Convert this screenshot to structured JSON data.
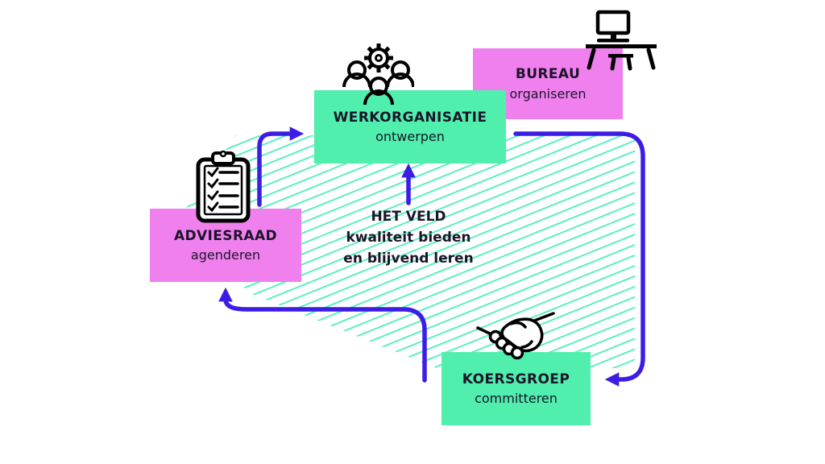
{
  "diagram": {
    "boxes": {
      "werkorganisatie": {
        "title": "WERKORGANISATIE",
        "subtitle": "ontwerpen",
        "color_key": "green"
      },
      "bureau": {
        "title": "BUREAU",
        "subtitle": "organiseren",
        "color_key": "pink"
      },
      "adviesraad": {
        "title": "ADVIESRAAD",
        "subtitle": "agenderen",
        "color_key": "pink"
      },
      "koersgroep": {
        "title": "KOERSGROEP",
        "subtitle": "committeren",
        "color_key": "green"
      }
    },
    "center_label": {
      "line1": "HET VELD",
      "line2": "kwaliteit bieden",
      "line3": "en blijvend leren"
    },
    "icons": {
      "team": "team-gear-icon",
      "desk": "desk-computer-icon",
      "clipboard": "clipboard-checklist-icon",
      "handshake": "handshake-icon"
    },
    "colors": {
      "green": "#50EFAD",
      "pink": "#F080EE",
      "arrow": "#3D1DE5",
      "hatch": "#5CF0C2",
      "text": "#1B1529"
    }
  }
}
